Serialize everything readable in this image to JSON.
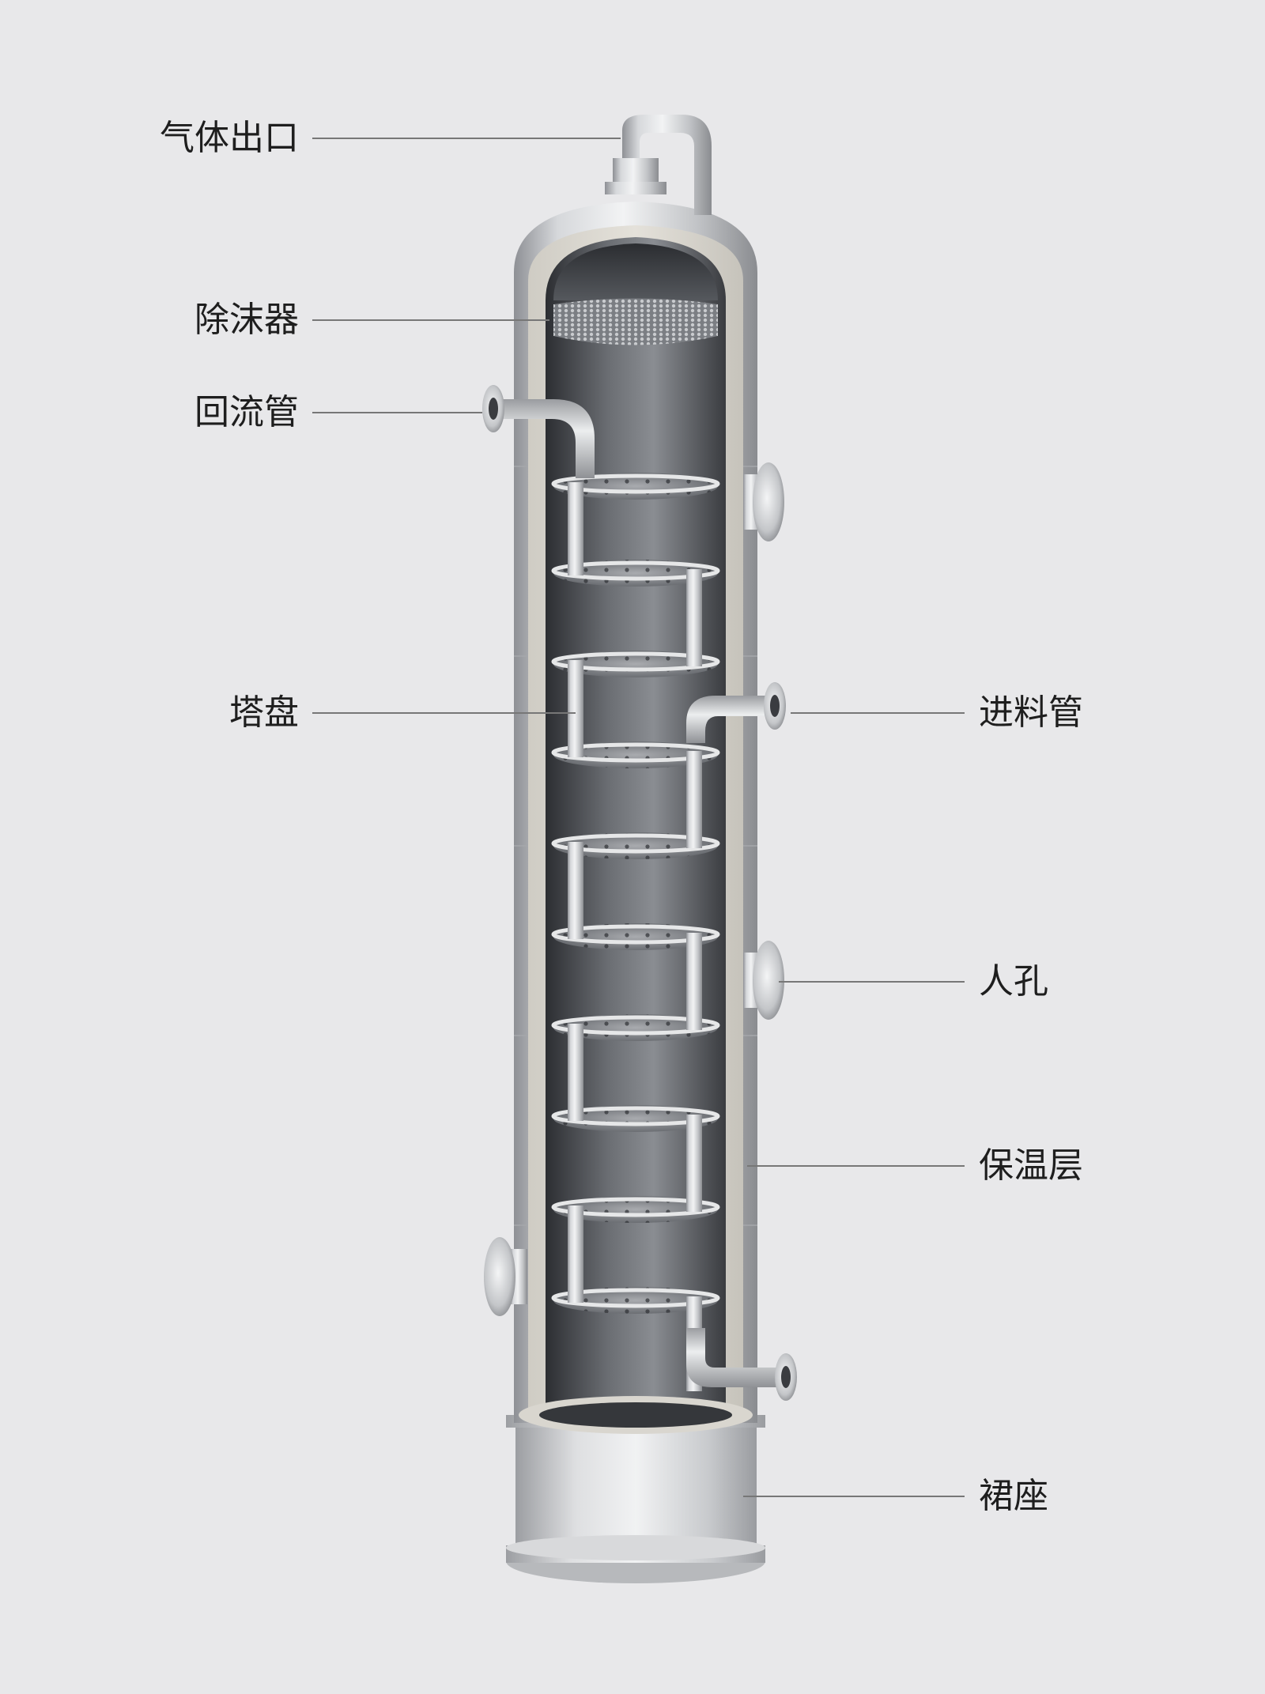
{
  "labels": {
    "gas_outlet": "气体出口",
    "demister": "除沫器",
    "reflux_pipe": "回流管",
    "tray": "塔盘",
    "feed_pipe": "进料管",
    "manhole": "人孔",
    "insulation": "保温层",
    "skirt": "裙座"
  },
  "colors": {
    "background": "#e8e8ea",
    "steel": "#c9cbce",
    "insulation": "#dcd9d2",
    "interior": "#4a4d52",
    "leader_line": "#777777"
  }
}
